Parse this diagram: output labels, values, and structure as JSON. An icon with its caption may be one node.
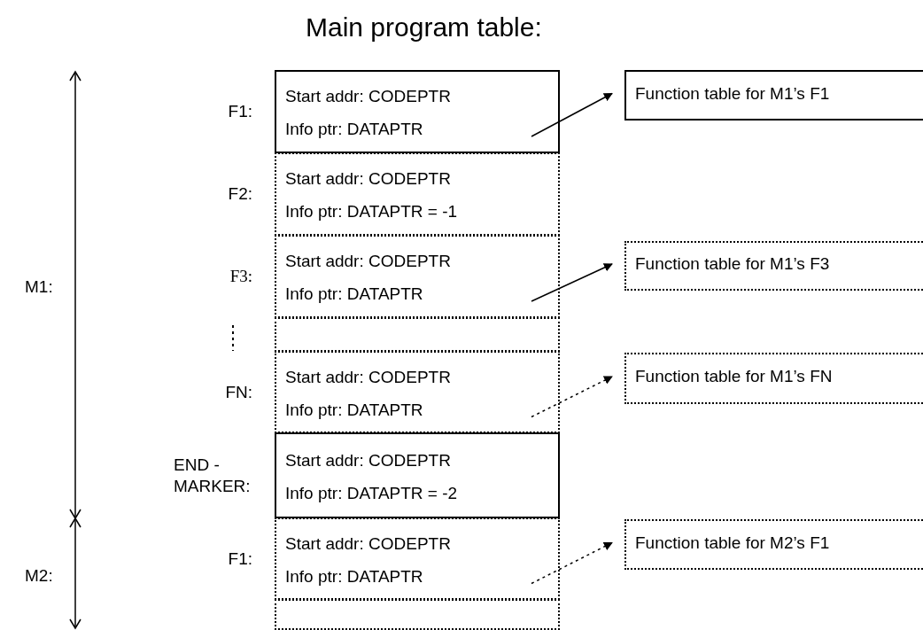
{
  "diagram": {
    "title": "Main program table:",
    "nodes": [
      {
        "text": [
          "Start addr: CODEPTR",
          "Info ptr: DATAPTR"
        ],
        "beside": [
          "F1:"
        ]
      },
      {
        "text": [
          "Function table for M1’s F1"
        ]
      },
      {
        "text": [
          "Start addr: CODEPTR",
          "Info ptr: DATAPTR = -1"
        ],
        "beside": [
          "F2:"
        ]
      },
      {
        "text": [
          "Start addr: CODEPTR",
          "Info ptr: DATAPTR"
        ],
        "beside": [
          "F3:"
        ]
      },
      {
        "text": [
          "Function table for M1’s F3"
        ]
      },
      {
        "text": [],
        "shape": "box"
      },
      {
        "text": [
          "Start addr: CODEPTR",
          "Info ptr: DATAPTR"
        ],
        "beside": [
          "FN:"
        ]
      },
      {
        "text": [
          "Function table for M1’s FN"
        ]
      },
      {
        "text": [
          "Start addr: CODEPTR",
          "Info ptr: DATAPTR = -2"
        ],
        "beside": [
          "END - MARKER:"
        ]
      },
      {
        "text": [
          "Start addr: CODEPTR",
          "Info ptr: DATAPTR"
        ],
        "beside": [
          "F1:"
        ]
      },
      {
        "text": [
          "Function table for M2’s F1"
        ]
      },
      {
        "text": [],
        "shape": "box"
      }
    ],
    "edges": [
      {
        "from": 0,
        "to": 1,
        "arrow": "to"
      },
      {
        "from": 3,
        "to": 4,
        "arrow": "to"
      },
      {
        "from": 6,
        "to": 7,
        "arrow": "to",
        "style": "dashed"
      },
      {
        "from": 9,
        "to": 10,
        "arrow": "to",
        "style": "dashed"
      }
    ],
    "labels": [
      "M1:",
      "M2:"
    ]
  }
}
